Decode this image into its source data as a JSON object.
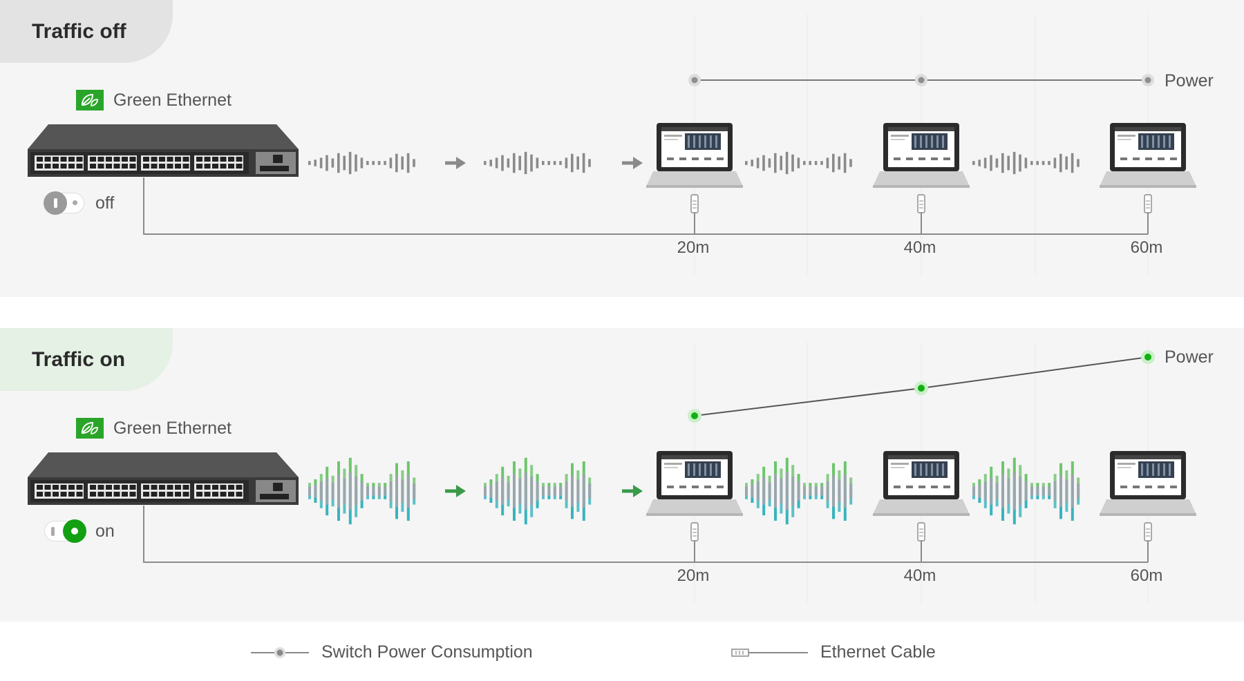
{
  "traffic_off": {
    "title": "Traffic off",
    "green_ethernet_label": "Green Ethernet",
    "toggle_label": "off",
    "power_label": "Power",
    "distances": [
      "20m",
      "40m",
      "60m"
    ]
  },
  "traffic_on": {
    "title": "Traffic on",
    "green_ethernet_label": "Green Ethernet",
    "toggle_label": "on",
    "power_label": "Power",
    "distances": [
      "20m",
      "40m",
      "60m"
    ]
  },
  "legend": {
    "power_label": "Switch Power Consumption",
    "cable_label": "Ethernet Cable"
  },
  "colors": {
    "brand_green": "#2aa52a",
    "toggle_on": "#12a012",
    "power_dot_on": "#1cc21c",
    "neutral_gray": "#9a9a9a"
  },
  "icons": [
    "green-ethernet-icon",
    "network-switch-icon",
    "toggle-icon",
    "laptop-icon",
    "ethernet-connector-icon",
    "signal-wave-icon",
    "arrow-right-icon"
  ]
}
